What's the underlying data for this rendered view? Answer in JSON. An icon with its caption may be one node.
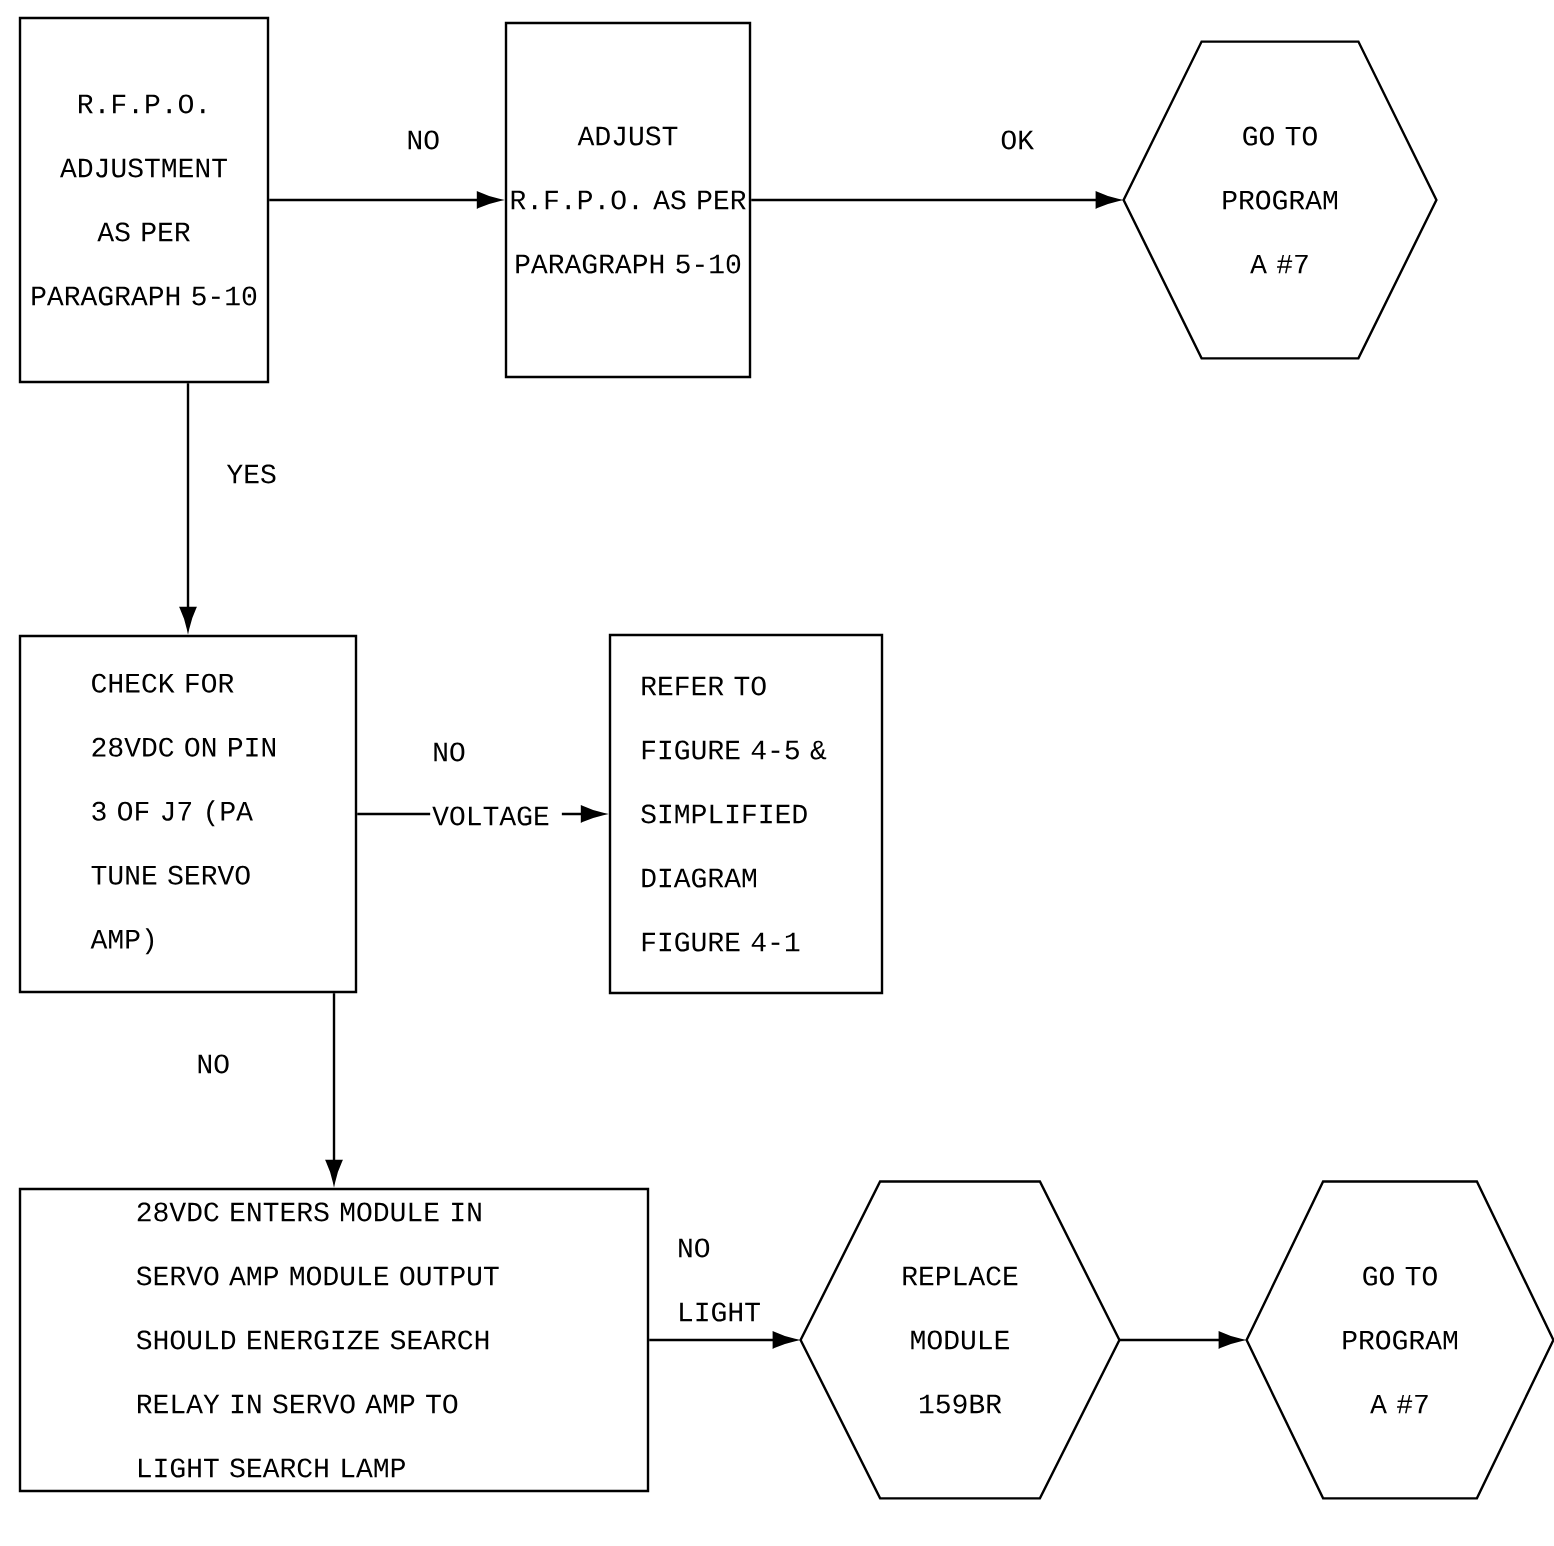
{
  "diagram": {
    "nodes": [
      {
        "text": [
          "R.F.P.O. ADJUSTMENT AS PER PARAGRAPH 5-10"
        ]
      },
      {
        "text": [
          "ADJUST R.F.P.O. AS PER PARAGRAPH 5-10"
        ]
      },
      {
        "text": [
          "GO TO PROGRAM A #7"
        ]
      },
      {
        "text": [
          "CHECK FOR 28VDC ON PIN 3 OF J7 (PA TUNE SERVO AMP)"
        ]
      },
      {
        "text": [
          "REFER TO FIGURE 4-5 & SIMPLIFIED DIAGRAM FIGURE 4-1"
        ]
      },
      {
        "text": [
          "28VDC ENTERS MODULE IN SERVO AMP MODULE OUTPUT SHOULD ENERGIZE SEARCH RELAY IN SERVO AMP TO LIGHT SEARCH LAMP"
        ]
      },
      {
        "text": [
          "REPLACE MODULE 159BR"
        ]
      },
      {
        "text": [
          "GO TO PROGRAM A #7"
        ]
      }
    ],
    "edges": [
      {
        "from": 0,
        "to": 1,
        "arrow": "to",
        "label": "NO"
      },
      {
        "from": 1,
        "to": 2,
        "arrow": "to",
        "label": "OK"
      },
      {
        "from": 0,
        "to": 3,
        "arrow": "to",
        "label": "YES"
      },
      {
        "from": 3,
        "to": 4,
        "arrow": "to",
        "label": "NO VOLTAGE"
      },
      {
        "from": 3,
        "to": 5,
        "arrow": "to",
        "label": "NO"
      },
      {
        "from": 5,
        "to": 6,
        "arrow": "to",
        "label": "NO LIGHT"
      },
      {
        "from": 6,
        "to": 7,
        "arrow": "to"
      }
    ]
  }
}
